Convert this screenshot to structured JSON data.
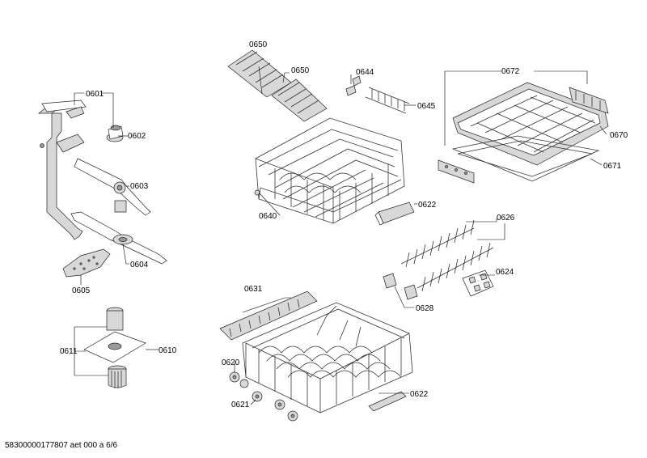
{
  "callouts": {
    "p0601": "0601",
    "p0602": "0602",
    "p0603": "0603",
    "p0604": "0604",
    "p0605": "0605",
    "p0610": "0610",
    "p0611": "0611",
    "p0620": "0620",
    "p0621": "0621",
    "p0622a": "0622",
    "p0622b": "0622",
    "p0624": "0624",
    "p0626": "0626",
    "p0628": "0628",
    "p0631": "0631",
    "p0640": "0640",
    "p0644": "0644",
    "p0645": "0645",
    "p0650a": "0650",
    "p0650b": "0650",
    "p0670": "0670",
    "p0671": "0671",
    "p0672": "0672"
  },
  "footer": "58300000177807 aet 000 a 6/6"
}
